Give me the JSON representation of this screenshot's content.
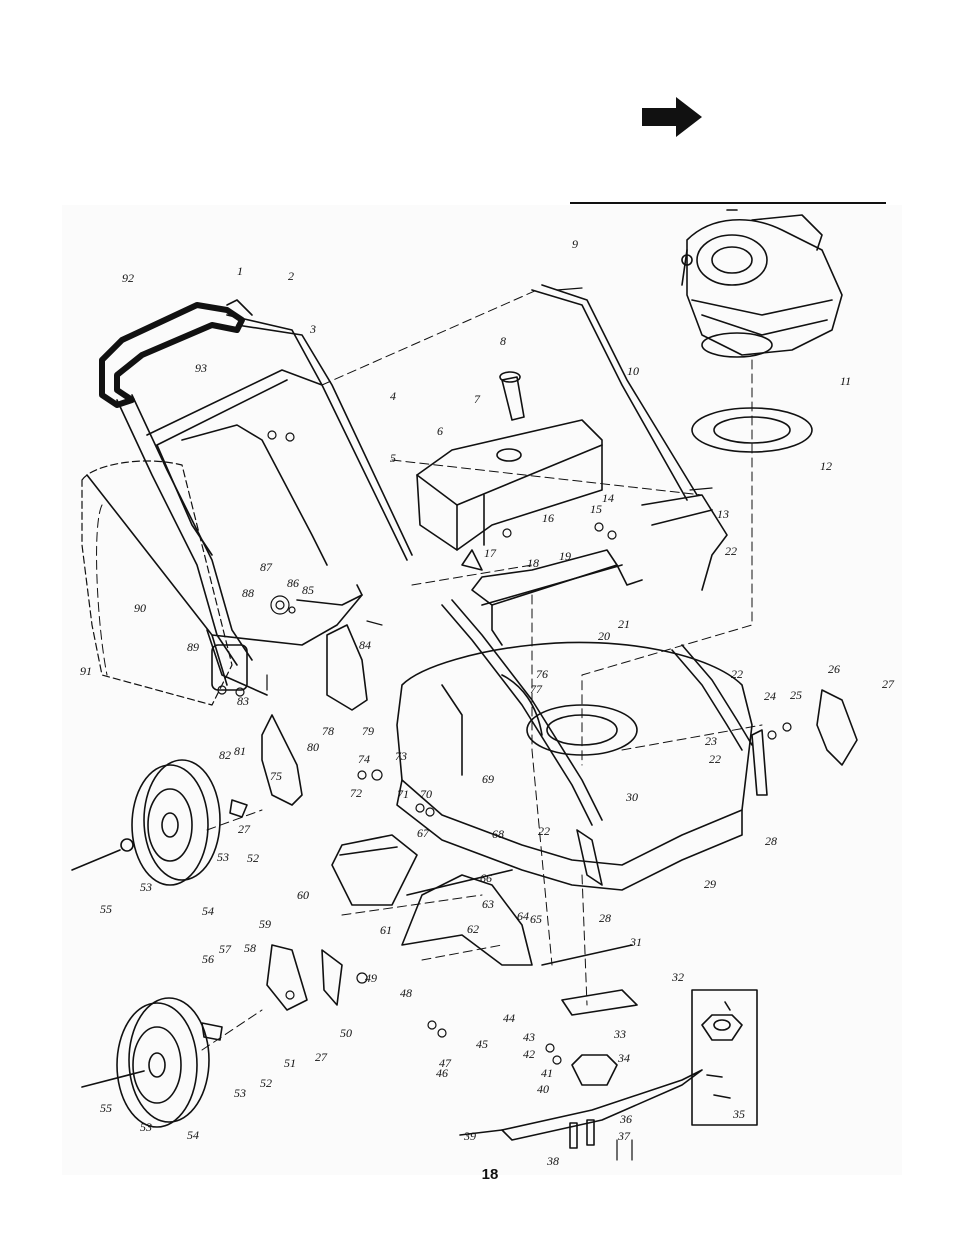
{
  "page": {
    "page_number": "18",
    "arrow_icon": "right-arrow-icon"
  },
  "diagram": {
    "callouts": [
      "1",
      "2",
      "3",
      "4",
      "5",
      "6",
      "7",
      "8",
      "9",
      "10",
      "11",
      "12",
      "13",
      "14",
      "15",
      "16",
      "17",
      "18",
      "19",
      "20",
      "21",
      "22",
      "22",
      "22",
      "22",
      "23",
      "24",
      "25",
      "26",
      "27",
      "27",
      "27",
      "28",
      "28",
      "29",
      "30",
      "31",
      "32",
      "33",
      "34",
      "35",
      "36",
      "37",
      "38",
      "39",
      "40",
      "41",
      "42",
      "43",
      "44",
      "45",
      "46",
      "47",
      "48",
      "49",
      "50",
      "51",
      "52",
      "52",
      "53",
      "53",
      "53",
      "53",
      "54",
      "54",
      "55",
      "55",
      "56",
      "57",
      "58",
      "59",
      "60",
      "61",
      "62",
      "63",
      "64",
      "65",
      "66",
      "67",
      "68",
      "69",
      "70",
      "71",
      "72",
      "73",
      "74",
      "75",
      "76",
      "77",
      "78",
      "79",
      "80",
      "81",
      "82",
      "83",
      "84",
      "85",
      "86",
      "87",
      "88",
      "89",
      "90",
      "91",
      "92",
      "93"
    ]
  }
}
